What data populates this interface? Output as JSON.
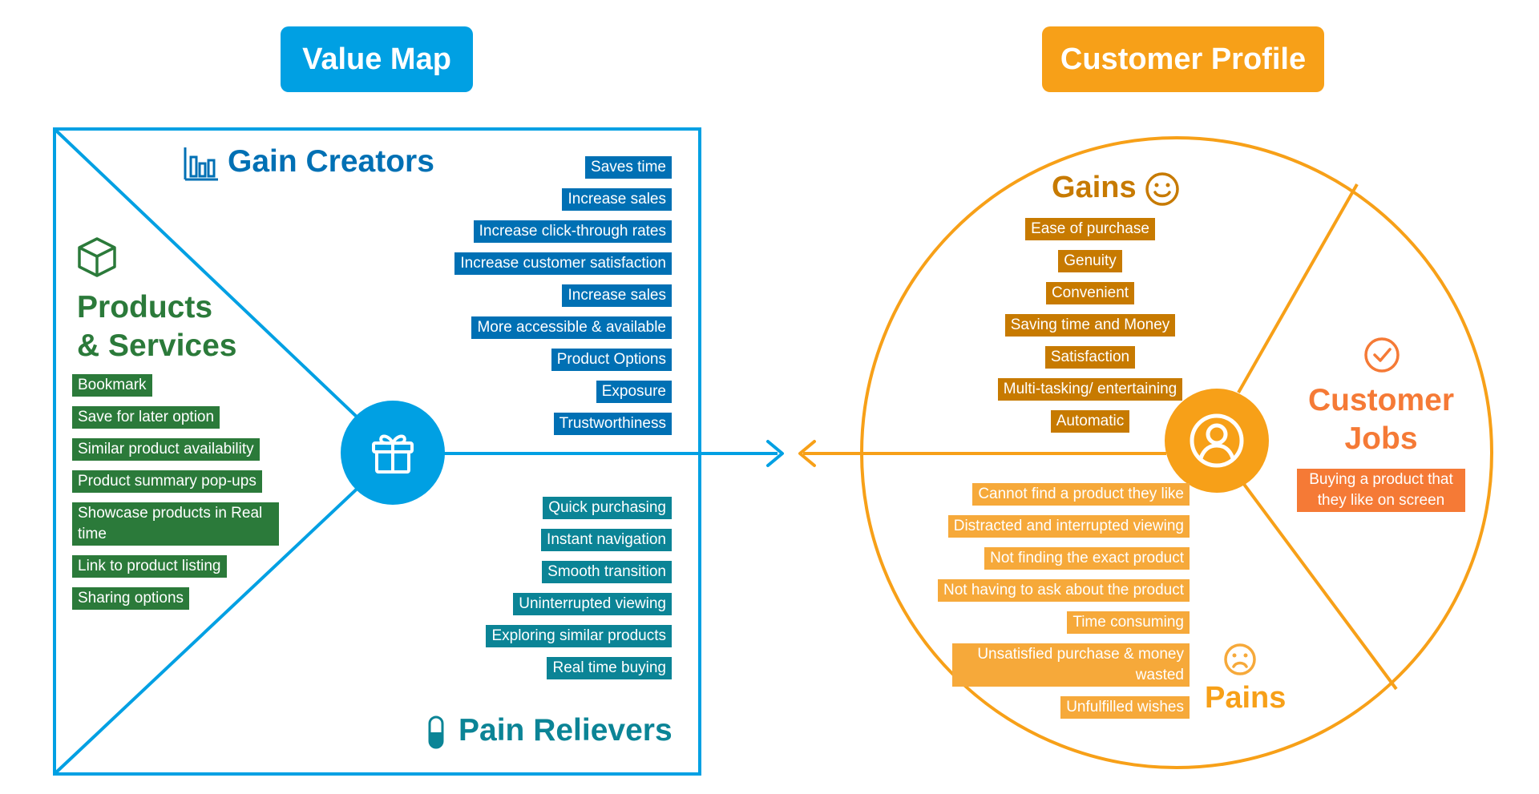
{
  "value_map": {
    "title": "Value Map",
    "gain_creators": {
      "heading": "Gain Creators",
      "items": [
        "Saves time",
        "Increase sales",
        "Increase click-through rates",
        "Increase customer satisfaction",
        "Increase sales",
        "More accessible & available",
        "Product Options",
        "Exposure",
        "Trustworthiness"
      ]
    },
    "products_services": {
      "heading_line1": "Products",
      "heading_line2": "& Services",
      "items": [
        "Bookmark",
        "Save for later option",
        "Similar product availability",
        "Product summary pop-ups",
        "Showcase products in Real time",
        "Link to product listing",
        "Sharing options"
      ]
    },
    "pain_relievers": {
      "heading": "Pain Relievers",
      "items": [
        "Quick purchasing",
        "Instant navigation",
        "Smooth transition",
        "Uninterrupted viewing",
        "Exploring similar products",
        "Real time buying"
      ]
    }
  },
  "customer_profile": {
    "title": "Customer Profile",
    "gains": {
      "heading": "Gains",
      "items": [
        "Ease of purchase",
        "Genuity",
        "Convenient",
        "Saving time and Money",
        "Satisfaction",
        "Multi-tasking/ entertaining",
        "Automatic"
      ]
    },
    "pains": {
      "heading": "Pains",
      "items": [
        "Cannot find a product they like",
        "Distracted and interrupted viewing",
        "Not finding the exact product",
        "Not having to ask about the product",
        "Time consuming",
        "Unsatisfied purchase & money wasted",
        "Unfulfilled wishes"
      ]
    },
    "customer_jobs": {
      "heading_line1": "Customer",
      "heading_line2": "Jobs",
      "items": [
        "Buying a product that they like on screen"
      ]
    }
  },
  "colors": {
    "value_blue": "#00a0e3",
    "profile_orange": "#f7a018",
    "gain_blue": "#0070b4",
    "pain_teal": "#0b8496",
    "products_green": "#2b7a3a",
    "gains_dark_orange": "#c77a00",
    "jobs_orange": "#f57a36"
  },
  "icons": {
    "gain_creators": "bar-chart-icon",
    "products_services": "box-icon",
    "pain_relievers": "pill-icon",
    "hub_value_map": "gift-icon",
    "gains": "smile-icon",
    "pains": "frown-icon",
    "customer_jobs": "check-circle-icon",
    "hub_customer_profile": "user-icon"
  }
}
